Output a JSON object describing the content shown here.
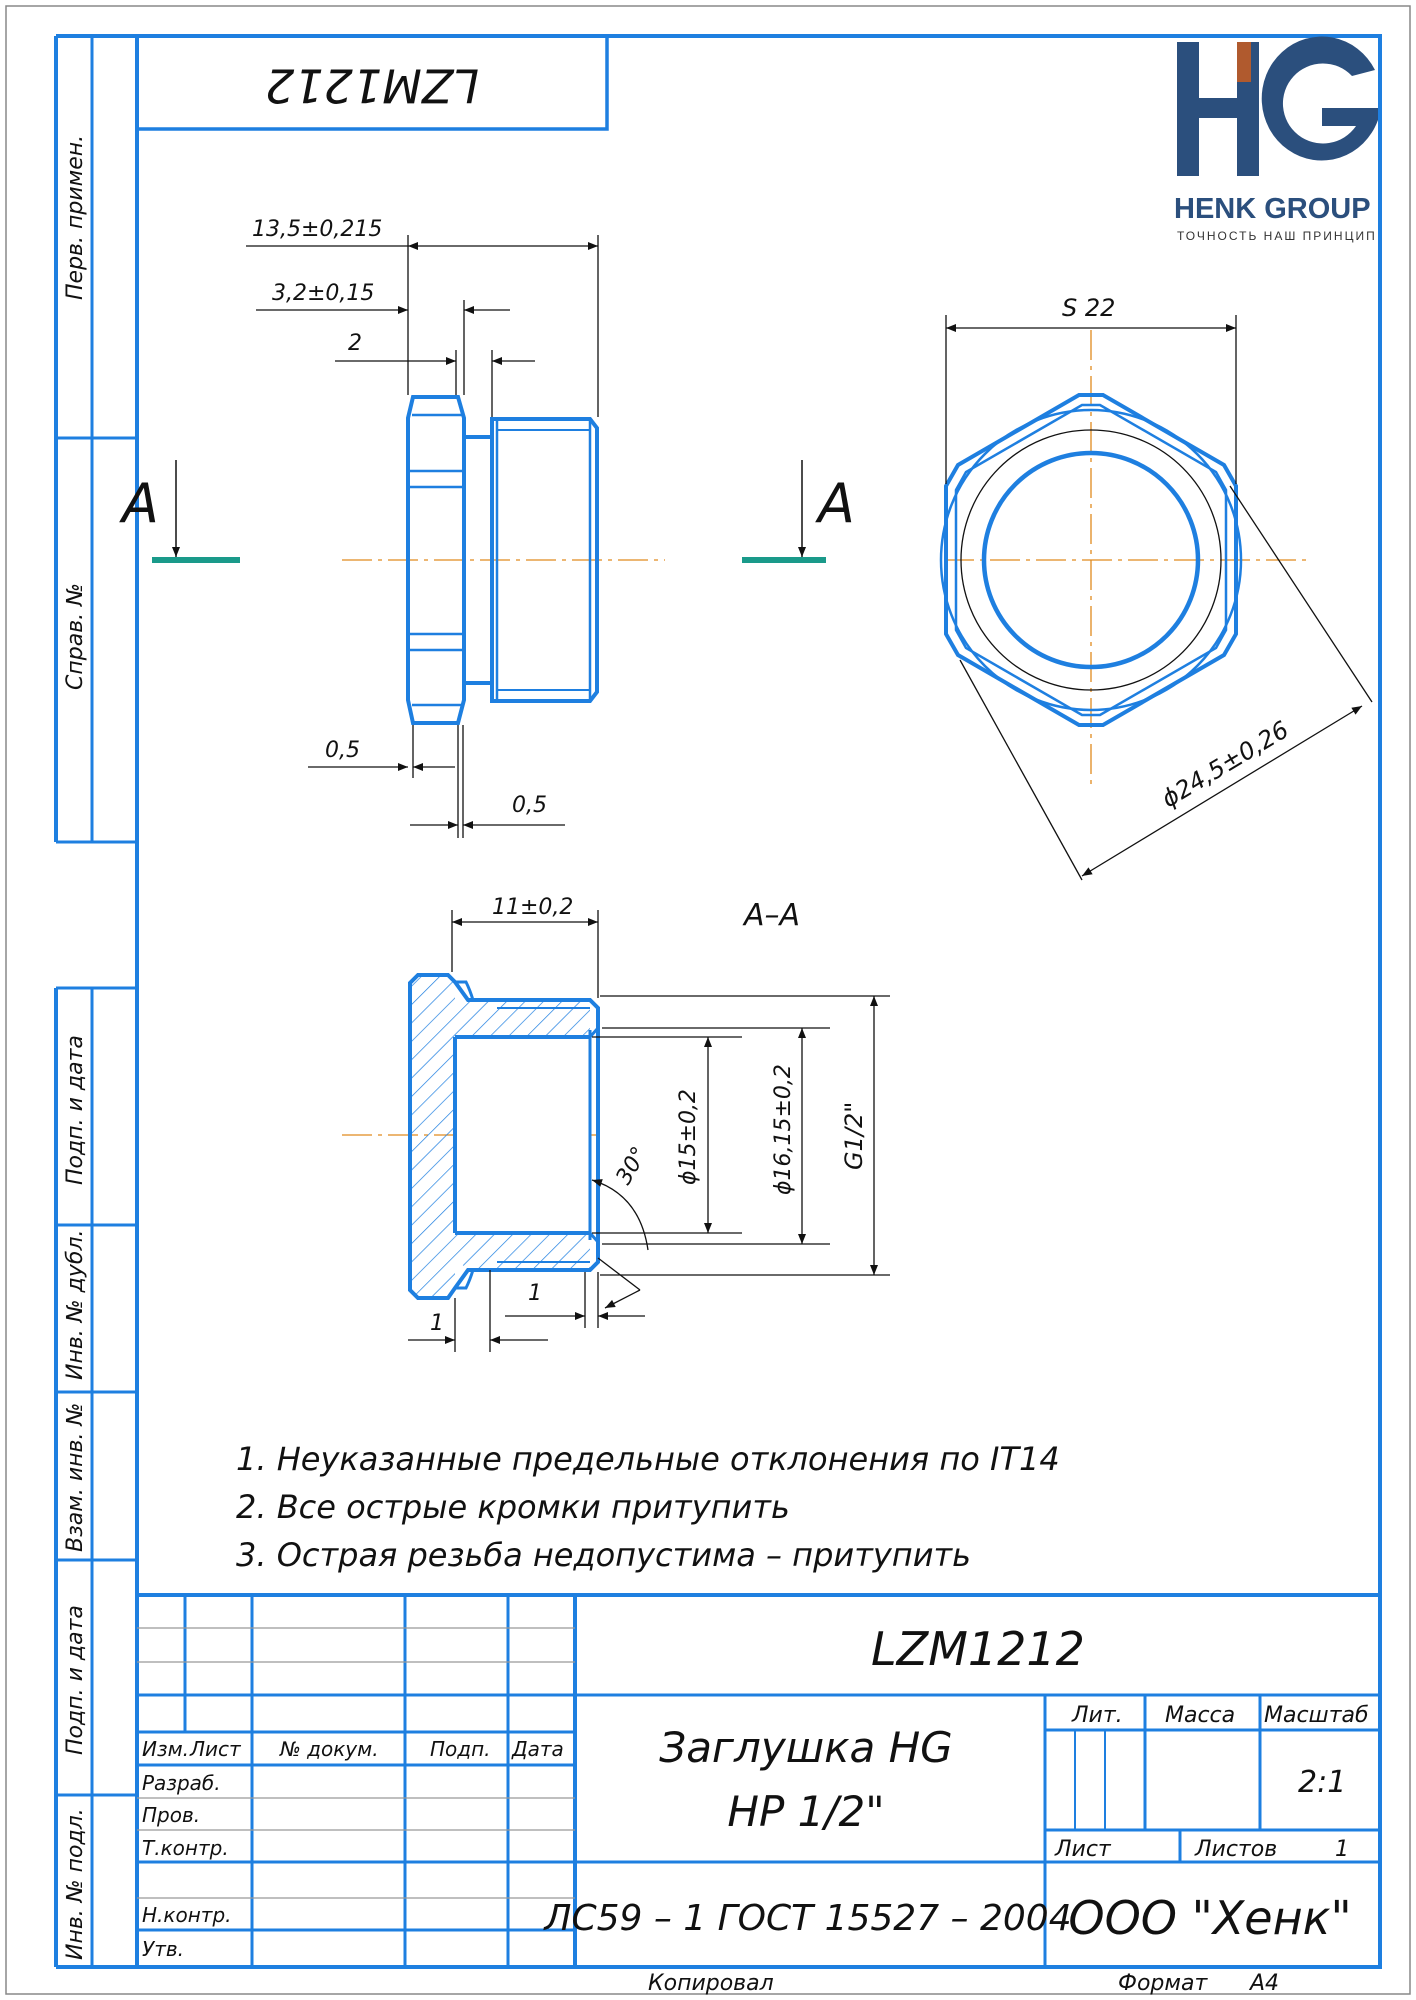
{
  "code": "LZM1212",
  "logo": {
    "letters": "HG",
    "name": "HENK GROUP",
    "slogan": "ТОЧНОСТЬ НАШ ПРИНЦИП",
    "colors": {
      "blue": "#2b4f7d",
      "accent": "#b05a2e"
    }
  },
  "side_labels": [
    "Перв. примен.",
    "Справ. №",
    "Подп. и дата",
    "Инв. № дубл.",
    "Взам. инв. №",
    "Подп. и дата",
    "Инв. № подл."
  ],
  "section_mark": "А",
  "section_title": "А–А",
  "dims": {
    "len_total": "13,5±0,215",
    "len_flange": "3,2±0,15",
    "len_hex": "2",
    "chamfer_a": "0,5",
    "chamfer_b": "0,5",
    "across_flats": "S 22",
    "across_corners": "ϕ24,5±0,26",
    "len_thread": "11±0,2",
    "bore": "ϕ15±0,2",
    "thread_minor": "ϕ16,15±0,2",
    "thread": "G1/2\"",
    "angle": "30°",
    "groove_a": "1",
    "groove_b": "1"
  },
  "notes": [
    "1. Неуказанные предельные отклонения по IT14",
    "2. Все острые кромки притупить",
    "3. Острая резьба недопустима – притупить"
  ],
  "title_block": {
    "cols": [
      "Изм.",
      "Лист",
      "№ докум.",
      "Подп.",
      "Дата"
    ],
    "roles": [
      "Разраб.",
      "Пров.",
      "Т.контр.",
      "",
      "Н.контр.",
      "Утв."
    ],
    "designation": "LZM1212",
    "name_line1": "Заглушка HG",
    "name_line2": "НР 1/2\"",
    "lit_label": "Лит.",
    "mass_label": "Масса",
    "scale_label": "Масштаб",
    "scale": "2:1",
    "sheet_label": "Лист",
    "sheets_label": "Листов",
    "sheets_value": "1",
    "material": "ЛС59 – 1 ГОСТ 15527 – 2004",
    "company": "ООО \"Хенк\"",
    "copied": "Копировал",
    "format_label": "Формат",
    "format_value": "А4"
  }
}
